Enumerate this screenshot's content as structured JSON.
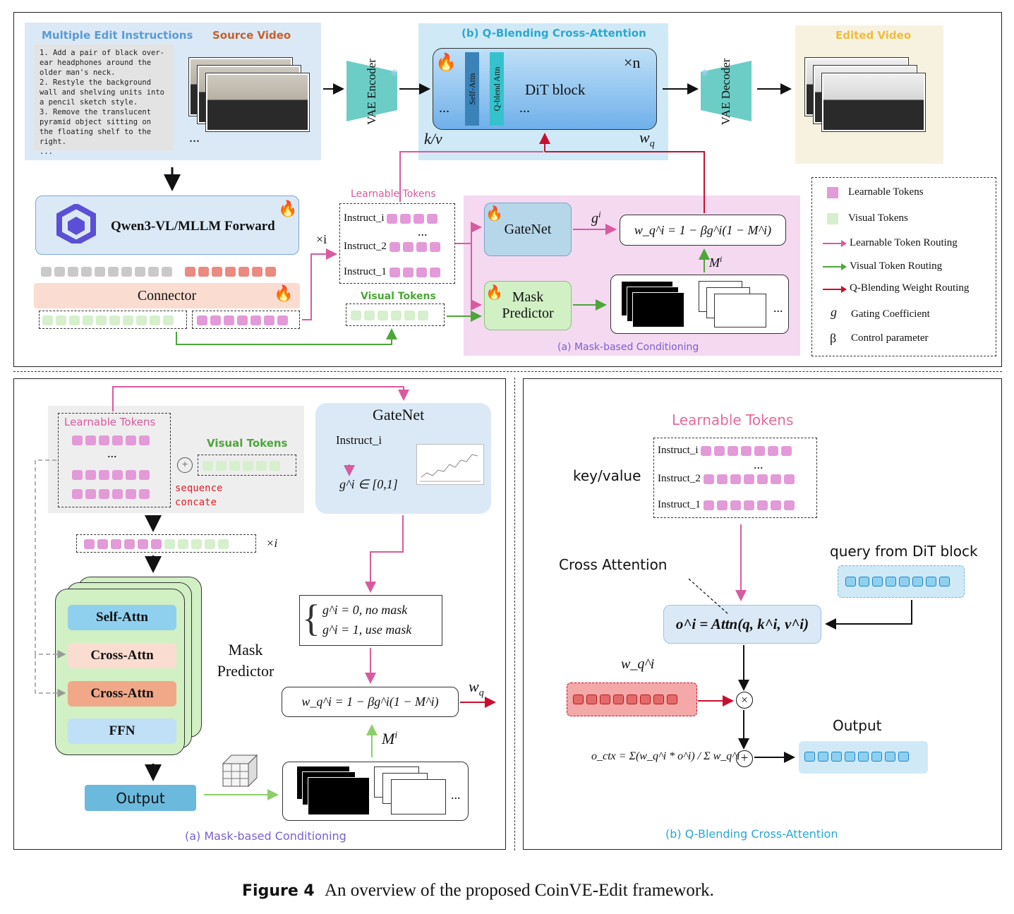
{
  "top": {
    "multi_title": "Multiple Edit Instructions",
    "instructions": [
      "1. Add a pair of black over-ear headphones around the older man's neck.",
      "2. Restyle the background wall and shelving units into a pencil sketch style.",
      "3. Remove the translucent pyramid object sitting on the floating shelf to the right.",
      "..."
    ],
    "source_title": "Source Video",
    "ellipsis": "...",
    "vae_encoder": "VAE Encoder",
    "vae_decoder": "VAE Decoder",
    "qblend_title": "(b) Q-Blending Cross-Attention",
    "self_attn": "Self-Attn",
    "qblend_attn": "Q-blend Attn",
    "dit_block": "DiT block",
    "times_n": "×n",
    "kv": "k/v",
    "wq": "w",
    "wq_sub": "q",
    "edited_title": "Edited Video",
    "qwen": "Qwen3-VL/MLLM Forward",
    "connector": "Connector",
    "times_i": "×i",
    "learnable_tokens": "Learnable Tokens",
    "instruct_rows": [
      "Instruct_i",
      "Instruct_2",
      "Instruct_1"
    ],
    "visual_tokens": "Visual Tokens",
    "gatenet": "GateNet",
    "g_label": "g",
    "g_sup": "i",
    "formula": "w_q^i = 1 − βg^i(1 − M^i)",
    "m_label": "M",
    "m_sup": "i",
    "mask_predictor": "Mask Predictor",
    "mask_caption": "(a) Mask-based Conditioning"
  },
  "legend": {
    "items": [
      {
        "symbol": "pink-square",
        "label": "Learnable Tokens"
      },
      {
        "symbol": "green-square",
        "label": "Visual Tokens"
      },
      {
        "symbol": "pink-arrow",
        "label": "Learnable Token Routing"
      },
      {
        "symbol": "green-arrow",
        "label": "Visual Token Routing"
      },
      {
        "symbol": "red-arrow",
        "label": "Q-Blending Weight Routing"
      },
      {
        "symbol": "g",
        "label": "Gating Coefficient"
      },
      {
        "symbol": "β",
        "label": "Control parameter"
      }
    ]
  },
  "bottom_left": {
    "learnable_tokens": "Learnable Tokens",
    "visual_tokens": "Visual Tokens",
    "sequence_concate": "sequence concate",
    "gatenet": "GateNet",
    "instruct_i": "Instruct_i",
    "g_range": "g^i ∈ [0,1]",
    "times_i": "×i",
    "self_attn": "Self-Attn",
    "cross_attn_1": "Cross-Attn",
    "cross_attn_2": "Cross-Attn",
    "ffn": "FFN",
    "mask_predictor": "Mask Predictor",
    "cases": [
      "g^i = 0, no mask",
      "g^i = 1, use mask"
    ],
    "formula": "w_q^i = 1 − βg^i(1 − M^i)",
    "wq": "w",
    "wq_sub": "q",
    "m_label": "M",
    "m_sup": "i",
    "output": "Output",
    "caption": "(a) Mask-based Conditioning"
  },
  "bottom_right": {
    "learnable_tokens": "Learnable Tokens",
    "key_value": "key/value",
    "instruct_rows": [
      "Instruct_i",
      "Instruct_2",
      "Instruct_1"
    ],
    "query_from": "query from DiT block",
    "cross_attention": "Cross Attention",
    "attn_formula": "o^i = Attn(q, k^i, v^i)",
    "wqi": "w_q^i",
    "octx_formula": "o_ctx = Σ(w_q^i * o^i) / Σ w_q^i",
    "output": "Output",
    "caption": "(b) Q-Blending Cross-Attention"
  },
  "figure_caption": {
    "label": "Figure 4",
    "text": "An overview of the proposed CoinVE-Edit framework."
  },
  "colors": {
    "pink": "#e39ad8",
    "green": "#d6efcc",
    "blue_title": "#2aa8cf",
    "purple_caption": "#7a5fd1",
    "red_arrow": "#c8102e",
    "pink_arrow": "#d95aa0",
    "green_arrow": "#4da63a"
  }
}
